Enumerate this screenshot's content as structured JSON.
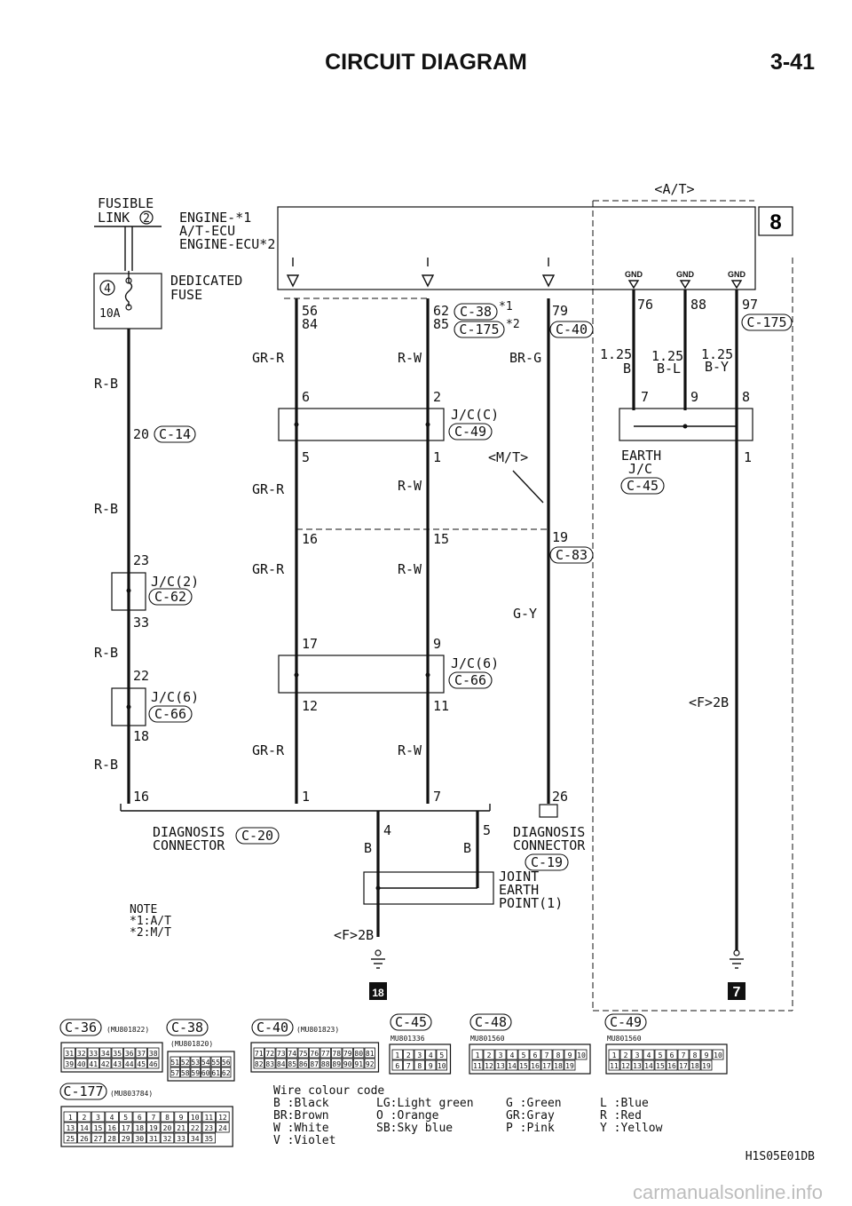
{
  "header": {
    "title": "CIRCUIT DIAGRAM",
    "page": "3-41"
  },
  "top_labels": {
    "fusible_link": [
      "FUSIBLE",
      "LINK"
    ],
    "fusible_no": "2",
    "engine_ecu": [
      "ENGINE-*1",
      "A/T-ECU",
      "ENGINE-ECU*2"
    ],
    "dedicated_fuse": [
      "DEDICATED",
      "FUSE"
    ],
    "fuse_no": "4",
    "fuse_rating": "10A",
    "at_label": "<A/T>",
    "badge_top": "8",
    "gnd": "GND"
  },
  "left_col": {
    "rb": "R-B",
    "pin20": "20",
    "c14": "C-14",
    "pin23": "23",
    "jc2": "J/C(2)",
    "c62": "C-62",
    "pin33": "33",
    "pin22": "22",
    "jc6": "J/C(6)",
    "c66": "C-66",
    "pin18": "18",
    "pin16": "16"
  },
  "mid_col": {
    "pin56": "56",
    "pin84": "84",
    "pin62": "62",
    "pin85": "85",
    "c38": "C-38",
    "c175": "C-175",
    "star1": "*1",
    "star2": "*2",
    "pin79": "79",
    "c40": "C-40",
    "grr": "GR-R",
    "rw": "R-W",
    "brg": "BR-G",
    "pin6": "6",
    "pin2": "2",
    "jcc": "J/C(C)",
    "c49": "C-49",
    "pin5": "5",
    "pin1": "1",
    "mt": "<M/T>",
    "pin16": "16",
    "pin15": "15",
    "pin19": "19",
    "c83": "C-83",
    "gy": "G-Y",
    "pin17": "17",
    "pin9": "9",
    "jc6": "J/C(6)",
    "c66": "C-66",
    "pin12": "12",
    "pin11": "11",
    "pin1b": "1",
    "pin7": "7",
    "pin26": "26"
  },
  "right_col": {
    "pin76": "76",
    "pin88": "88",
    "pin97": "97",
    "c175": "C-175",
    "w1": [
      "1.25",
      "B"
    ],
    "w2": [
      "1.25",
      "B-L"
    ],
    "w3": [
      "1.25",
      "B-Y"
    ],
    "pin7": "7",
    "pin9": "9",
    "pin8": "8",
    "earth_jc": [
      "EARTH",
      "J/C"
    ],
    "c45": "C-45",
    "pin1": "1",
    "f2b": "<F>2B",
    "badge_bottom": "7"
  },
  "bottom": {
    "diag_conn": [
      "DIAGNOSIS",
      "CONNECTOR"
    ],
    "c20": "C-20",
    "pin4": "4",
    "pin5": "5",
    "b": "B",
    "diag_conn2": [
      "DIAGNOSIS",
      "CONNECTOR"
    ],
    "c19": "C-19",
    "joint": [
      "JOINT",
      "EARTH",
      "POINT(1)"
    ],
    "note": [
      "NOTE",
      "*1:A/T",
      "*2:M/T"
    ],
    "f2b": "<F>2B",
    "badge": "18"
  },
  "connectors": {
    "c36": "C-36",
    "c36_part": "(MU801822)",
    "c38": "C-38",
    "c38_part": "(MU801820)",
    "c40": "C-40",
    "c40_part": "(MU801823)",
    "c45": "C-45",
    "c45_part": "MU801336",
    "c48": "C-48",
    "c48_part": "MU801560",
    "c49": "C-49",
    "c49_part": "MU801560",
    "c177": "C-177",
    "c177_part": "(MU803784)",
    "c36_pins": [
      "31",
      "32",
      "33",
      "34",
      "35",
      "36",
      "37",
      "38",
      "39",
      "40",
      "41",
      "42",
      "43",
      "44",
      "45",
      "46"
    ],
    "c38_pins": [
      "51",
      "52",
      "53",
      "54",
      "55",
      "56",
      "57",
      "58",
      "59",
      "60",
      "61",
      "62"
    ],
    "c40_pins": [
      "71",
      "72",
      "73",
      "74",
      "75",
      "76",
      "77",
      "78",
      "79",
      "80",
      "81",
      "82",
      "83",
      "84",
      "85",
      "86",
      "87",
      "88",
      "89",
      "90",
      "91",
      "92"
    ],
    "c45_pins": [
      "1",
      "2",
      "3",
      "4",
      "5",
      "6",
      "7",
      "8",
      "9",
      "10"
    ],
    "c48_pins": [
      "1",
      "2",
      "3",
      "4",
      "5",
      "6",
      "7",
      "8",
      "9",
      "10",
      "11",
      "12",
      "13",
      "14",
      "15",
      "16",
      "17",
      "18",
      "19"
    ],
    "c49_pins": [
      "1",
      "2",
      "3",
      "4",
      "5",
      "6",
      "7",
      "8",
      "9",
      "10",
      "11",
      "12",
      "13",
      "14",
      "15",
      "16",
      "17",
      "18",
      "19"
    ],
    "c177_pins": [
      "1",
      "2",
      "3",
      "4",
      "5",
      "6",
      "7",
      "8",
      "9",
      "10",
      "11",
      "12",
      "13",
      "14",
      "15",
      "16",
      "17",
      "18",
      "19",
      "20",
      "21",
      "22",
      "23",
      "24",
      "25",
      "26",
      "27",
      "28",
      "29",
      "30",
      "31",
      "32",
      "33",
      "34",
      "35"
    ]
  },
  "wire_code": {
    "title": "Wire colour code",
    "col1": [
      "B :Black",
      "BR:Brown",
      "W :White",
      "V :Violet"
    ],
    "col2": [
      "LG:Light green",
      "O :Orange",
      "SB:Sky blue"
    ],
    "col3": [
      "G :Green",
      "GR:Gray",
      "P :Pink"
    ],
    "col4": [
      "L :Blue",
      "R :Red",
      "Y :Yellow"
    ]
  },
  "figure_id": "H1S05E01DB",
  "watermark": "carmanualsonline.info"
}
